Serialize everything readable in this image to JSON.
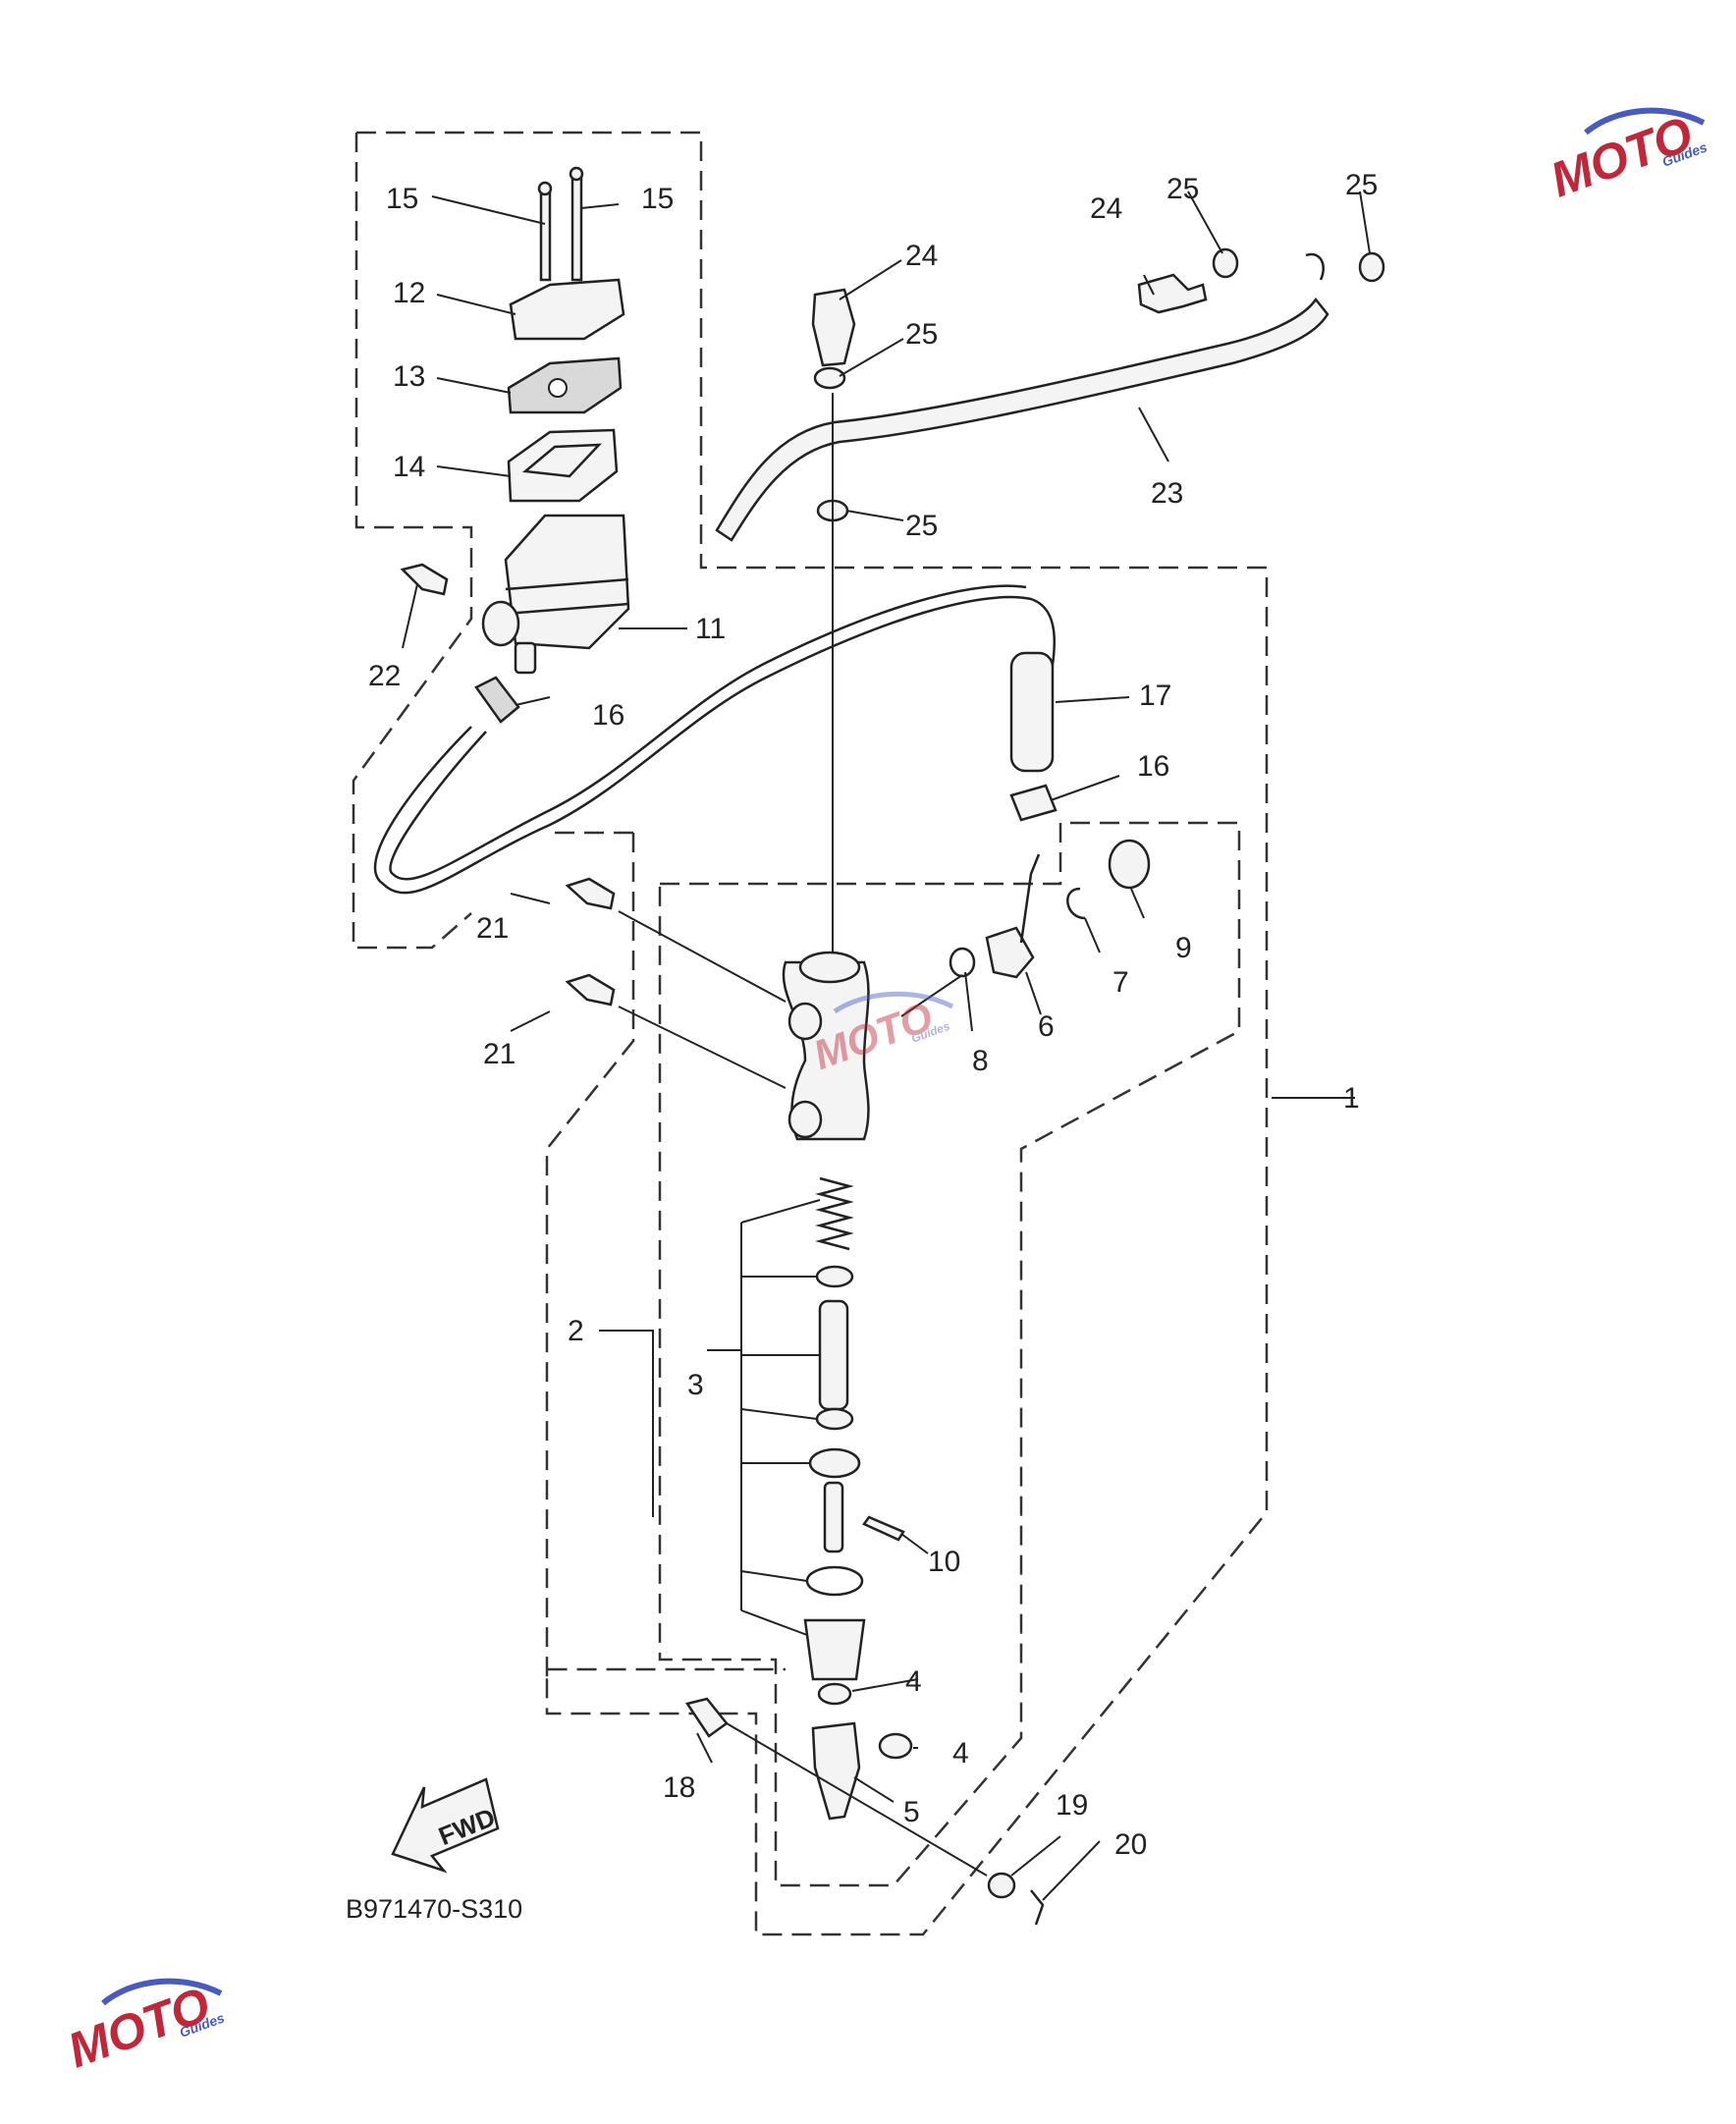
{
  "diagram_code": "B971470-S310",
  "fwd_label": "FWD",
  "watermark": {
    "text": "MOTO",
    "subtext": "Guides",
    "colors": {
      "red": "#c0283a",
      "blue": "#4a5bbf"
    }
  },
  "callouts": {
    "c1": "1",
    "c2": "2",
    "c3": "3",
    "c4a": "4",
    "c4b": "4",
    "c5": "5",
    "c6": "6",
    "c7": "7",
    "c8": "8",
    "c9": "9",
    "c10": "10",
    "c11": "11",
    "c12": "12",
    "c13": "13",
    "c14": "14",
    "c15a": "15",
    "c15b": "15",
    "c16a": "16",
    "c16b": "16",
    "c17": "17",
    "c18": "18",
    "c19": "19",
    "c20": "20",
    "c21a": "21",
    "c21b": "21",
    "c22": "22",
    "c23": "23",
    "c24a": "24",
    "c24b": "24",
    "c25a": "25",
    "c25b": "25",
    "c25c": "25",
    "c25d": "25"
  }
}
